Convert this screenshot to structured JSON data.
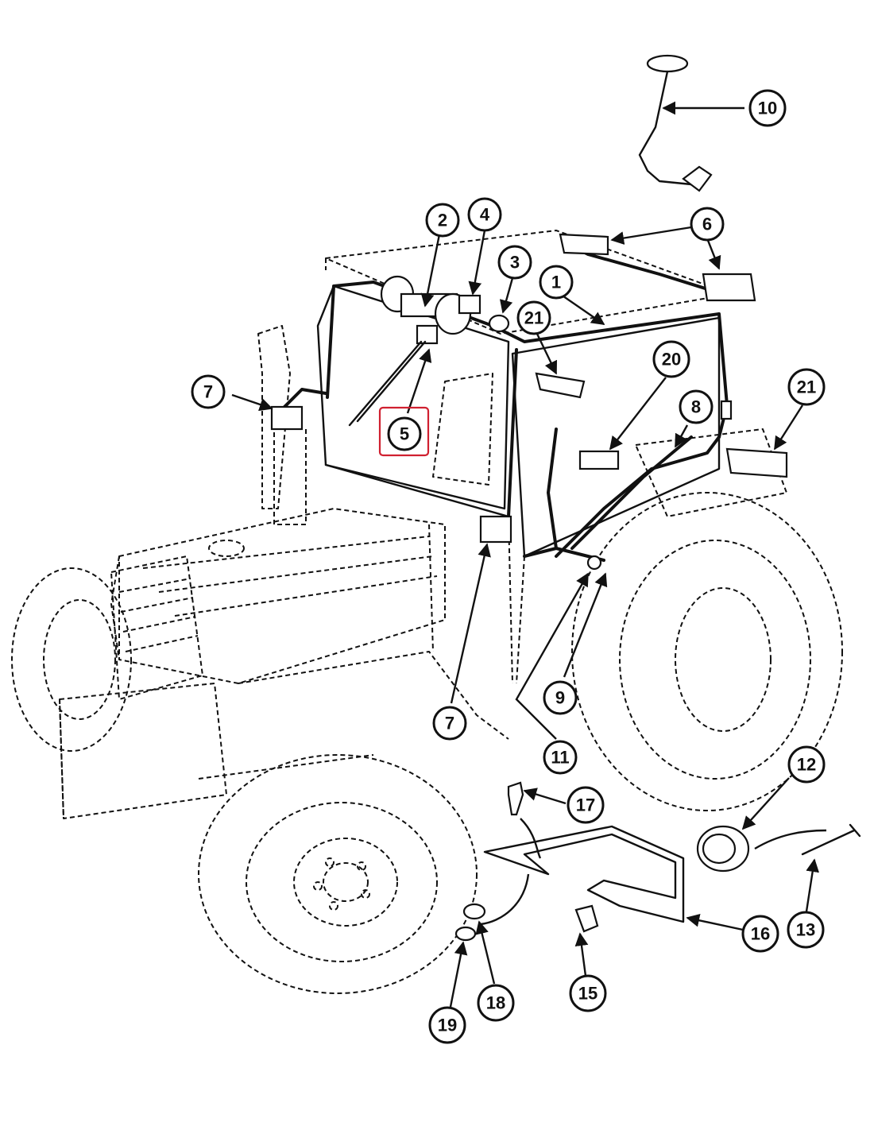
{
  "callouts": [
    {
      "id": "c1",
      "label": "1"
    },
    {
      "id": "c2",
      "label": "2"
    },
    {
      "id": "c3",
      "label": "3"
    },
    {
      "id": "c4",
      "label": "4"
    },
    {
      "id": "c5",
      "label": "5",
      "highlighted": true
    },
    {
      "id": "c6",
      "label": "6"
    },
    {
      "id": "c7a",
      "label": "7"
    },
    {
      "id": "c7b",
      "label": "7"
    },
    {
      "id": "c8",
      "label": "8"
    },
    {
      "id": "c9",
      "label": "9"
    },
    {
      "id": "c10",
      "label": "10"
    },
    {
      "id": "c11",
      "label": "11"
    },
    {
      "id": "c12",
      "label": "12"
    },
    {
      "id": "c13",
      "label": "13"
    },
    {
      "id": "c15",
      "label": "15"
    },
    {
      "id": "c16",
      "label": "16"
    },
    {
      "id": "c17",
      "label": "17"
    },
    {
      "id": "c18",
      "label": "18"
    },
    {
      "id": "c19",
      "label": "19"
    },
    {
      "id": "c20",
      "label": "20"
    },
    {
      "id": "c21a",
      "label": "21"
    },
    {
      "id": "c21b",
      "label": "21"
    }
  ],
  "colors": {
    "line": "#111111",
    "highlight": "#d02030",
    "background": "#ffffff"
  }
}
